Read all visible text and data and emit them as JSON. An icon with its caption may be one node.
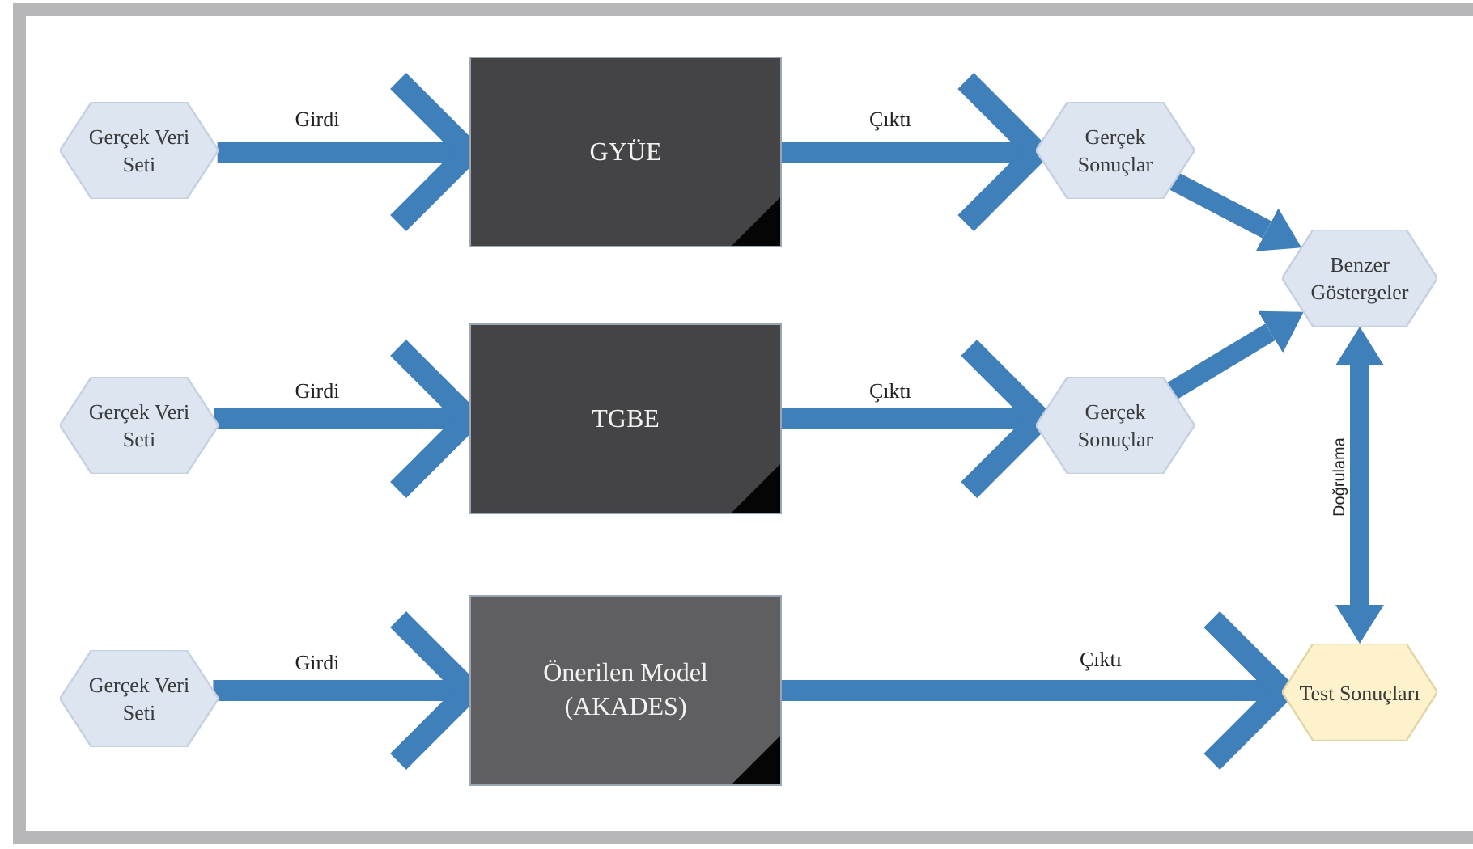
{
  "diagram": {
    "nodes": [
      {
        "text": [
          "Gerçek Veri Seti"
        ]
      },
      {
        "text": [
          "GYÜE"
        ]
      },
      {
        "text": [
          "Gerçek Sonuçlar"
        ]
      },
      {
        "text": [
          "Benzer Göstergeler"
        ]
      },
      {
        "text": [
          "Gerçek Veri Seti"
        ]
      },
      {
        "text": [
          "TGBE"
        ]
      },
      {
        "text": [
          "Gerçek Sonuçlar"
        ]
      },
      {
        "text": [
          "Gerçek Veri Seti"
        ]
      },
      {
        "text": [
          "Önerilen Model (AKADES)"
        ]
      },
      {
        "text": [
          "Test Sonuçları"
        ]
      }
    ],
    "edges": [
      {
        "from": 0,
        "to": 1,
        "arrow": "to",
        "label": "Girdi"
      },
      {
        "from": 1,
        "to": 2,
        "arrow": "to",
        "label": "Çıktı"
      },
      {
        "from": 2,
        "to": 3,
        "arrow": "to"
      },
      {
        "from": 4,
        "to": 5,
        "arrow": "to",
        "label": "Girdi"
      },
      {
        "from": 5,
        "to": 6,
        "arrow": "to",
        "label": "Çıktı"
      },
      {
        "from": 6,
        "to": 3,
        "arrow": "to"
      },
      {
        "from": 7,
        "to": 8,
        "arrow": "to",
        "label": "Girdi"
      },
      {
        "from": 8,
        "to": 9,
        "arrow": "to",
        "label": "Çıktı"
      },
      {
        "from": 3,
        "to": 9,
        "arrow": "both",
        "label": "Doğrulama"
      }
    ]
  }
}
